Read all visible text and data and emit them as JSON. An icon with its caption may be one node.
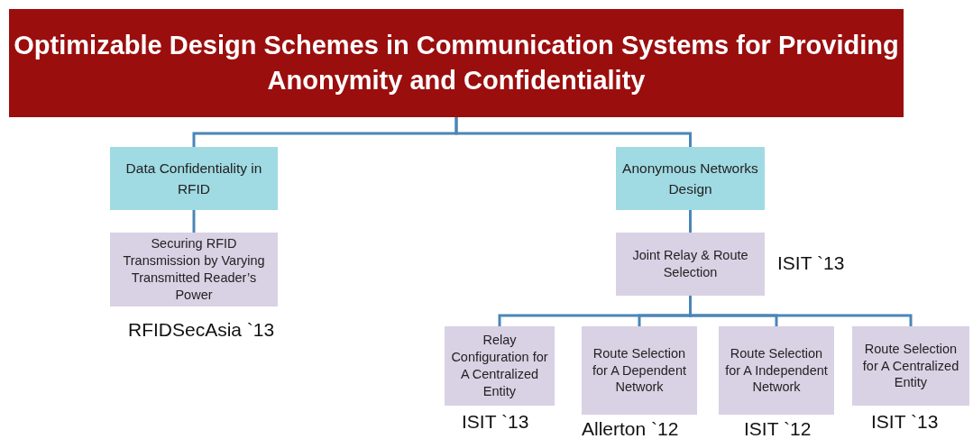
{
  "diagram": {
    "nodes": [
      {
        "text": [
          "Optimizable Design Schemes in Communication Systems for Providing Anonymity and Confidentiality"
        ]
      },
      {
        "text": [
          "Data Confidentiality in RFID"
        ]
      },
      {
        "text": [
          "Anonymous Networks Design"
        ]
      },
      {
        "text": [
          "Securing RFID Transmission by Varying Transmitted  Reader’s Power"
        ],
        "beside": [
          "RFIDSecAsia `13"
        ]
      },
      {
        "text": [
          "Joint Relay & Route Selection"
        ],
        "beside": [
          "ISIT `13"
        ]
      },
      {
        "text": [
          "Relay Configuration for A Centralized Entity"
        ],
        "beside": [
          "ISIT `13"
        ]
      },
      {
        "text": [
          "Route Selection for A Dependent Network"
        ],
        "beside": [
          "Allerton `12"
        ]
      },
      {
        "text": [
          "Route Selection for A Independent Network"
        ],
        "beside": [
          "ISIT `12"
        ]
      },
      {
        "text": [
          "Route Selection for A Centralized Entity"
        ],
        "beside": [
          "ISIT `13"
        ]
      }
    ],
    "edges": [
      {
        "from": 0,
        "to": 1,
        "arrow": "none"
      },
      {
        "from": 0,
        "to": 2,
        "arrow": "none"
      },
      {
        "from": 1,
        "to": 3,
        "arrow": "none"
      },
      {
        "from": 2,
        "to": 4,
        "arrow": "none"
      },
      {
        "from": 4,
        "to": 5,
        "arrow": "none"
      },
      {
        "from": 4,
        "to": 6,
        "arrow": "none"
      },
      {
        "from": 4,
        "to": 7,
        "arrow": "none"
      },
      {
        "from": 4,
        "to": 8,
        "arrow": "none"
      }
    ]
  }
}
